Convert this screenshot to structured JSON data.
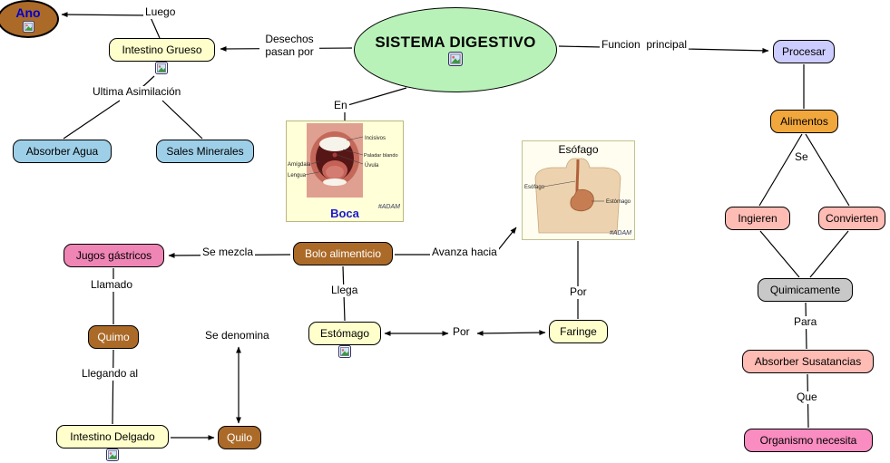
{
  "nodes": {
    "ano": "Ano",
    "sistema_digestivo": "SISTEMA DIGESTIVO",
    "intestino_grueso": "Intestino Grueso",
    "absorber_agua": "Absorber Agua",
    "sales_minerales": "Sales Minerales",
    "procesar": "Procesar",
    "alimentos": "Alimentos",
    "ingieren": "Ingieren",
    "convierten": "Convierten",
    "quimicamente": "Quimicamente",
    "absorber_sustancias": "Absorber Susatancias",
    "organismo_necesita": "Organismo necesita",
    "jugos_gastricos": "Jugos gástricos",
    "bolo_alimenticio": "Bolo alimenticio",
    "quimo": "Quimo",
    "quilo": "Quilo",
    "intestino_delgado": "Intestino Delgado",
    "estomago": "Estómago",
    "faringe": "Faringe"
  },
  "links": {
    "luego": "Luego",
    "desechos_1": "Desechos",
    "desechos_2": "pasan por",
    "funcion_principal": "Funcion  principal",
    "ultima_asimilacion": "Ultima Asimilación",
    "en": "En",
    "se": "Se",
    "se_mezcla": "Se mezcla",
    "avanza_hacia": "Avanza hacia",
    "llamado": "Llamado",
    "llega": "Llega",
    "por_mid": "Por",
    "por_up": "Por",
    "se_denomina": "Se denomina",
    "llegando_al": "Llegando al",
    "para": "Para",
    "que": "Que"
  },
  "boca": {
    "caption": "Boca",
    "watermark": "#ADAM",
    "labels": {
      "incisivos": "Incisivos",
      "paladar": "Paladar blando",
      "uvula": "Úvula",
      "amigdala": "Amígdala",
      "lengua": "Lengua"
    }
  },
  "esofago": {
    "title": "Esófago",
    "labels": {
      "esofago": "Esófago",
      "estomago": "Estómago"
    },
    "watermark": "#ADAM"
  },
  "icons": {
    "resource_icon": "image-resource-icon"
  },
  "colors": {
    "ellipse_green": "#b9f2b9",
    "node_yellow": "#ffffcc",
    "node_blue": "#9ecfe8",
    "node_brown": "#ab6a28",
    "node_pink": "#ef85b5",
    "node_salmon": "#ffbcb4",
    "node_pink_strong": "#f98cc0",
    "node_lavender": "#ccccff",
    "node_orange": "#f2a73d",
    "node_gray": "#c8c8c8",
    "ano_text_blue": "#0000d0",
    "boca_caption_blue": "#1a1acd"
  }
}
